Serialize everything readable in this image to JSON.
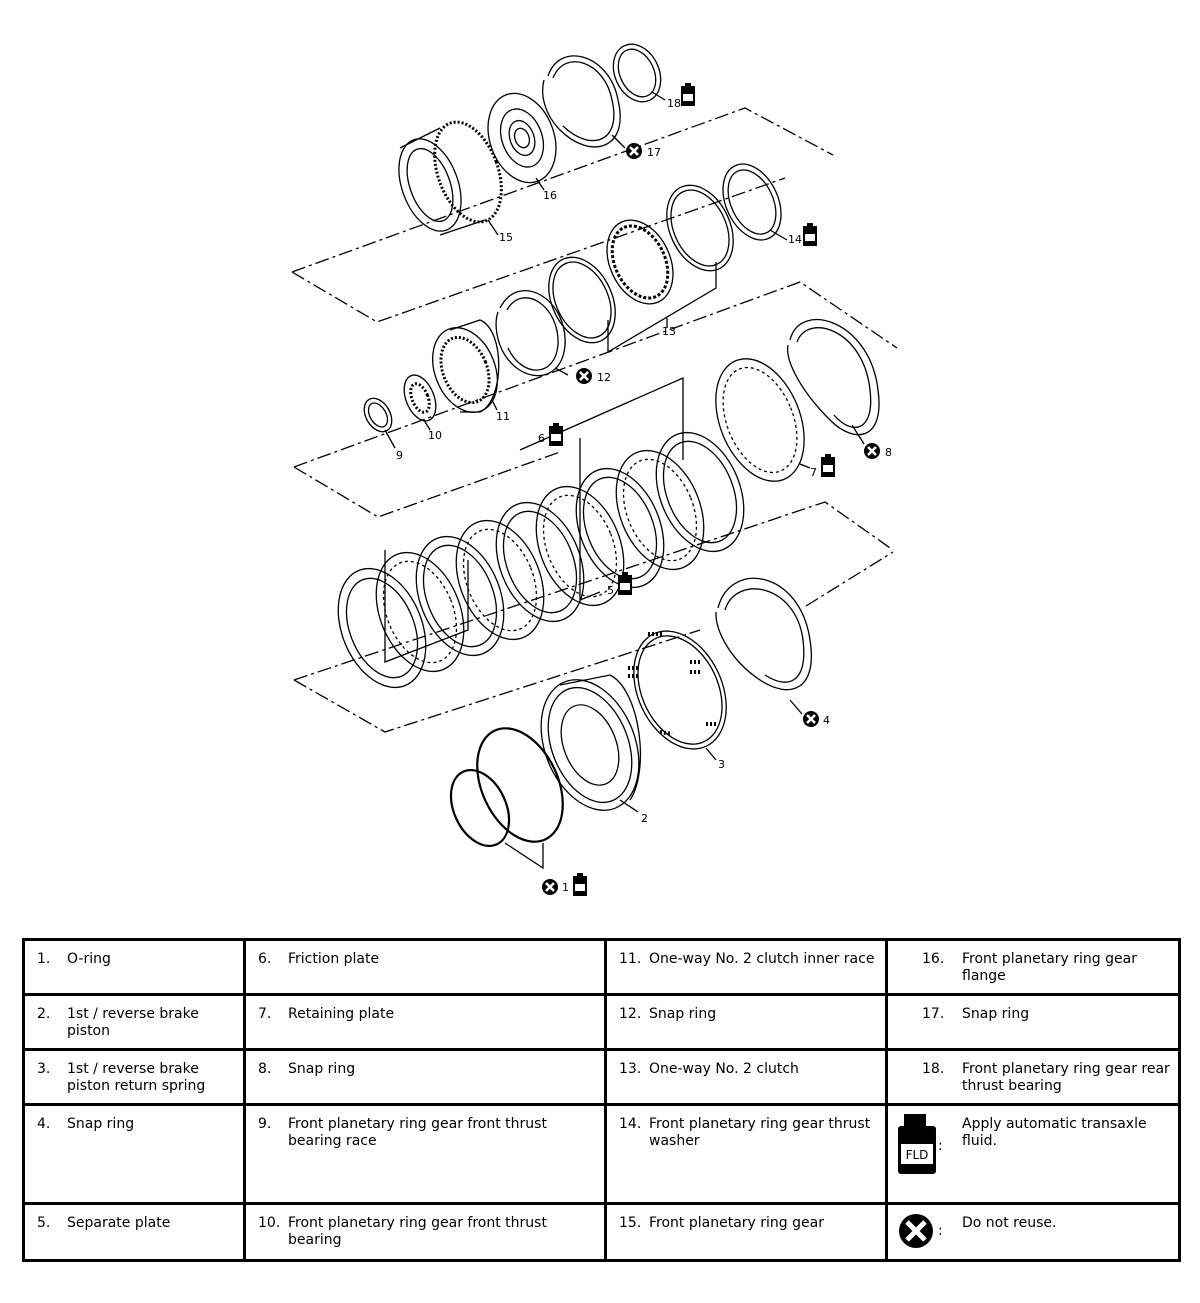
{
  "callouts": {
    "c1": "1",
    "c2": "2",
    "c3": "3",
    "c4": "4",
    "c5": "5",
    "c6": "6",
    "c7": "7",
    "c8": "8",
    "c9": "9",
    "c10": "10",
    "c11": "11",
    "c12": "12",
    "c13": "13",
    "c14": "14",
    "c15": "15",
    "c16": "16",
    "c17": "17",
    "c18": "18"
  },
  "fluid_icon_label": "FLD",
  "legend": {
    "items": [
      {
        "num": "1.",
        "text": "O-ring"
      },
      {
        "num": "2.",
        "text": "1st / reverse brake piston"
      },
      {
        "num": "3.",
        "text": "1st / reverse brake piston return spring"
      },
      {
        "num": "4.",
        "text": "Snap ring"
      },
      {
        "num": "5.",
        "text": "Separate plate"
      },
      {
        "num": "6.",
        "text": "Friction plate"
      },
      {
        "num": "7.",
        "text": "Retaining plate"
      },
      {
        "num": "8.",
        "text": "Snap ring"
      },
      {
        "num": "9.",
        "text": "Front planetary ring gear front thrust bearing race"
      },
      {
        "num": "10.",
        "text": "Front planetary ring gear front thrust bearing"
      },
      {
        "num": "11.",
        "text": "One-way No. 2 clutch inner race"
      },
      {
        "num": "12.",
        "text": "Snap ring"
      },
      {
        "num": "13.",
        "text": "One-way No. 2 clutch"
      },
      {
        "num": "14.",
        "text": "Front planetary ring gear thrust washer"
      },
      {
        "num": "15.",
        "text": "Front planetary ring gear"
      },
      {
        "num": "16.",
        "text": "Front planetary ring gear flange"
      },
      {
        "num": "17.",
        "text": "Snap ring"
      },
      {
        "num": "18.",
        "text": "Front planetary ring gear rear thrust bearing"
      }
    ],
    "symbols": [
      {
        "icon": "fluid-bottle-icon",
        "text": "Apply automatic transaxle fluid."
      },
      {
        "icon": "do-not-reuse-icon",
        "text": "Do not reuse."
      }
    ],
    "symbol_separator": ":"
  }
}
